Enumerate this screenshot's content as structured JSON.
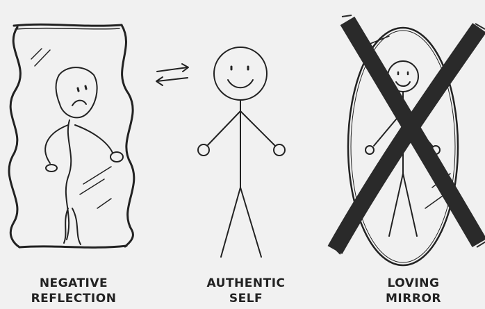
{
  "panels": [
    {
      "id": "negative-reflection",
      "line1": "NEGATIVE",
      "line2": "REFLECTION",
      "figure_expression": "sad",
      "crossed_out": false
    },
    {
      "id": "authentic-self",
      "line1": "AUTHENTIC",
      "line2": "SELF",
      "figure_expression": "happy",
      "crossed_out": false
    },
    {
      "id": "loving-mirror",
      "line1": "LOVING",
      "line2": "MIRROR",
      "figure_expression": "happy",
      "crossed_out": true
    }
  ],
  "connector": {
    "icon": "bidirectional-arrows-icon"
  },
  "colors": {
    "background": "#f1f1f1",
    "ink": "#222222",
    "cross": "#2a2a2a"
  }
}
